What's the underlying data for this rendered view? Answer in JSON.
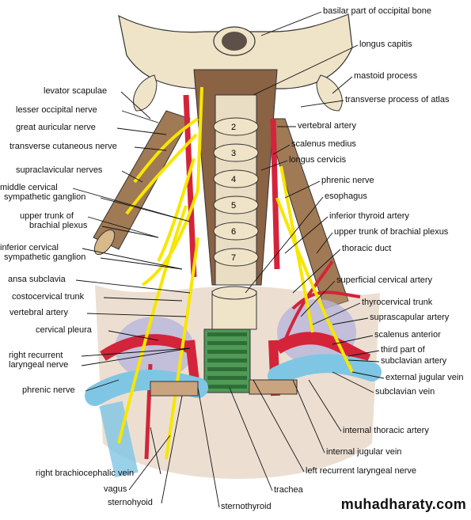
{
  "labels_right": [
    {
      "key": "basilar",
      "text": "basilar part of occipital bone"
    },
    {
      "key": "longus_capitis",
      "text": "longus capitis"
    },
    {
      "key": "mastoid",
      "text": "mastoid process"
    },
    {
      "key": "transverse_atlas",
      "text": "transverse process of atlas"
    },
    {
      "key": "vertebral_artery_r",
      "text": "vertebral artery"
    },
    {
      "key": "scalenus_medius",
      "text": "scalenus medius"
    },
    {
      "key": "longus_cervicis",
      "text": "longus cervicis"
    },
    {
      "key": "phrenic_r",
      "text": "phrenic nerve"
    },
    {
      "key": "esophagus",
      "text": "esophagus"
    },
    {
      "key": "inferior_thyroid",
      "text": "inferior thyroid artery"
    },
    {
      "key": "upper_trunk_r",
      "text": "upper trunk of brachial plexus"
    },
    {
      "key": "thoracic_duct",
      "text": "thoracic duct"
    },
    {
      "key": "superficial_cervical",
      "text": "superficial cervical artery"
    },
    {
      "key": "thyrocervical",
      "text": "thyrocervical trunk"
    },
    {
      "key": "suprascapular",
      "text": "suprascapular artery"
    },
    {
      "key": "scalenus_anterior",
      "text": "scalenus anterior"
    },
    {
      "key": "third_part_1",
      "text": "third part of"
    },
    {
      "key": "third_part_2",
      "text": "subclavian artery"
    },
    {
      "key": "external_jugular",
      "text": "external jugular vein"
    },
    {
      "key": "subclavian_vein",
      "text": "subclavian vein"
    },
    {
      "key": "internal_thoracic",
      "text": "internal thoracic artery"
    },
    {
      "key": "internal_jugular",
      "text": "internal jugular vein"
    },
    {
      "key": "left_recurrent",
      "text": "left recurrent laryngeal nerve"
    },
    {
      "key": "trachea",
      "text": "trachea"
    },
    {
      "key": "sternothyroid",
      "text": "sternothyroid"
    }
  ],
  "labels_left": [
    {
      "key": "levator",
      "text": "levator scapulae"
    },
    {
      "key": "lesser_occipital",
      "text": "lesser occipital nerve"
    },
    {
      "key": "great_auricular",
      "text": "great auricular nerve"
    },
    {
      "key": "transverse_cutaneous",
      "text": "transverse cutaneous nerve"
    },
    {
      "key": "supraclavicular",
      "text": "supraclavicular nerves"
    },
    {
      "key": "middle_cervical_1",
      "text": "middle cervical"
    },
    {
      "key": "middle_cervical_2",
      "text": "sympathetic ganglion"
    },
    {
      "key": "upper_trunk_l1",
      "text": "upper trunk of"
    },
    {
      "key": "upper_trunk_l2",
      "text": "brachial plexus"
    },
    {
      "key": "inferior_cervical_1",
      "text": "inferior cervical"
    },
    {
      "key": "inferior_cervical_2",
      "text": "sympathetic ganglion"
    },
    {
      "key": "ansa",
      "text": "ansa subclavia"
    },
    {
      "key": "costocervical",
      "text": "costocervical trunk"
    },
    {
      "key": "vertebral_artery_l",
      "text": "vertebral artery"
    },
    {
      "key": "cervical_pleura",
      "text": "cervical pleura"
    },
    {
      "key": "right_recurrent_1",
      "text": "right recurrent"
    },
    {
      "key": "right_recurrent_2",
      "text": "laryngeal nerve"
    },
    {
      "key": "phrenic_l",
      "text": "phrenic nerve"
    },
    {
      "key": "right_brachiocephalic",
      "text": "right brachiocephalic vein"
    },
    {
      "key": "vagus",
      "text": "vagus"
    },
    {
      "key": "sternohyoid",
      "text": "sternohyoid"
    }
  ],
  "vertebra_numbers": [
    "2",
    "3",
    "4",
    "5",
    "6",
    "7"
  ],
  "watermark": "muhadharaty.com",
  "colors": {
    "bone": "#efe3c8",
    "muscle": "#a07a55",
    "nerve": "#f7e600",
    "artery": "#d3243a",
    "vein": "#7fc6e4",
    "pleura": "#b9b5dc",
    "trachea": "#4e9a56",
    "background": "#ffffff"
  }
}
